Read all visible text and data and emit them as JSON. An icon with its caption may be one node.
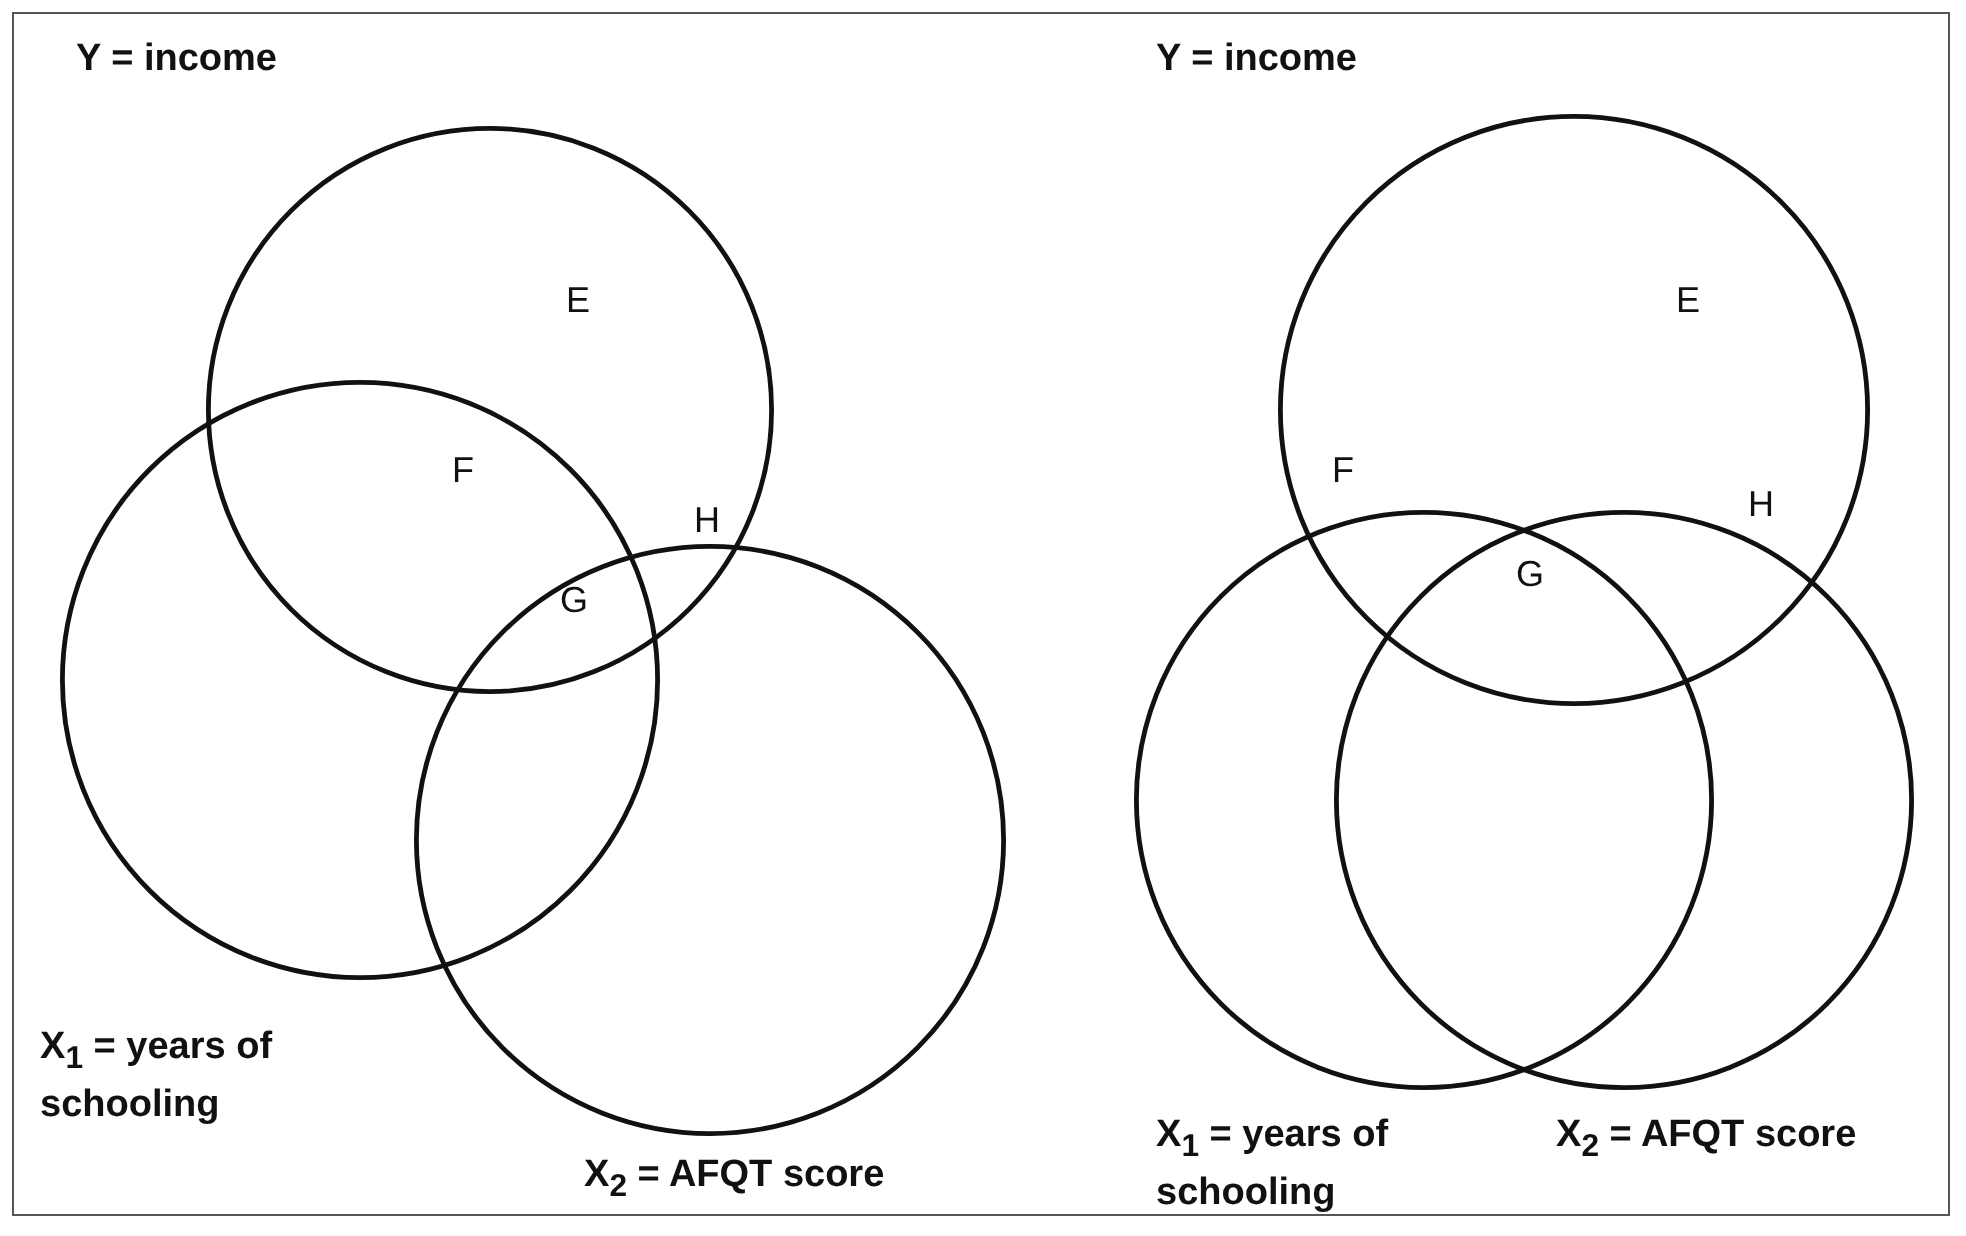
{
  "diagram": {
    "nodes": [
      {
        "text": [
          "Y = income"
        ]
      },
      {
        "text": [
          "X$_{1}$ = years of schooling"
        ]
      },
      {
        "text": [
          "X$_{2}$ = AFQT score"
        ]
      },
      {
        "text": [
          "Y = income"
        ]
      },
      {
        "text": [
          "X$_{1}$ = years of schooling"
        ]
      },
      {
        "text": [
          "X$_{2}$ = AFQT score"
        ]
      }
    ],
    "labels": [
      "E",
      "F",
      "H",
      "G",
      "E",
      "F",
      "H",
      "G"
    ]
  }
}
